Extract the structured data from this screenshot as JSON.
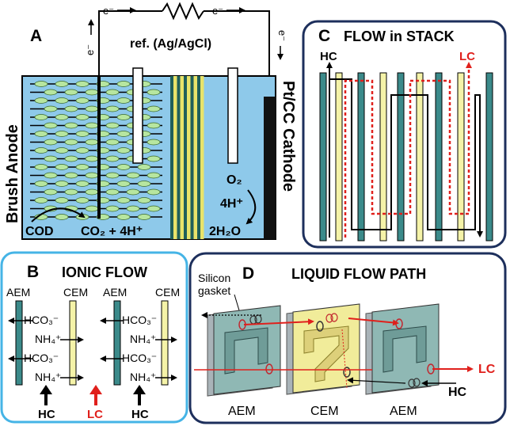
{
  "panel_a": {
    "letter": "A",
    "electron": "e⁻",
    "ref_label": "ref. (Ag/AgCl)",
    "anode_label": "Brush Anode",
    "cathode_label": "Pt/CC Cathode",
    "cod": "COD",
    "co2_reaction": "CO₂ + 4H⁺",
    "o2": "O₂",
    "h_plus": "4H⁺",
    "water": "2H₂O"
  },
  "panel_b": {
    "letter": "B",
    "title": "IONIC FLOW",
    "aem": "AEM",
    "cem": "CEM",
    "bicarbonate": "HCO₃⁻",
    "ammonium": "NH₄⁺",
    "hc": "HC",
    "lc": "LC"
  },
  "panel_c": {
    "letter": "C",
    "title": "FLOW in STACK",
    "hc": "HC",
    "lc": "LC"
  },
  "panel_d": {
    "letter": "D",
    "title": "LIQUID FLOW PATH",
    "gasket_line1": "Silicon",
    "gasket_line2": "gasket",
    "aem": "AEM",
    "cem": "CEM",
    "lc": "LC",
    "hc": "HC"
  },
  "colors": {
    "electrolyte": "#8ec9ea",
    "aem_membrane": "#3b8a8a",
    "cem_membrane": "#f5f3a8",
    "lc_red": "#e0201c",
    "anode_bead": "#b7e6a0",
    "panel_b_border": "#45b4e6",
    "panel_cd_border": "#1d2f5c"
  }
}
